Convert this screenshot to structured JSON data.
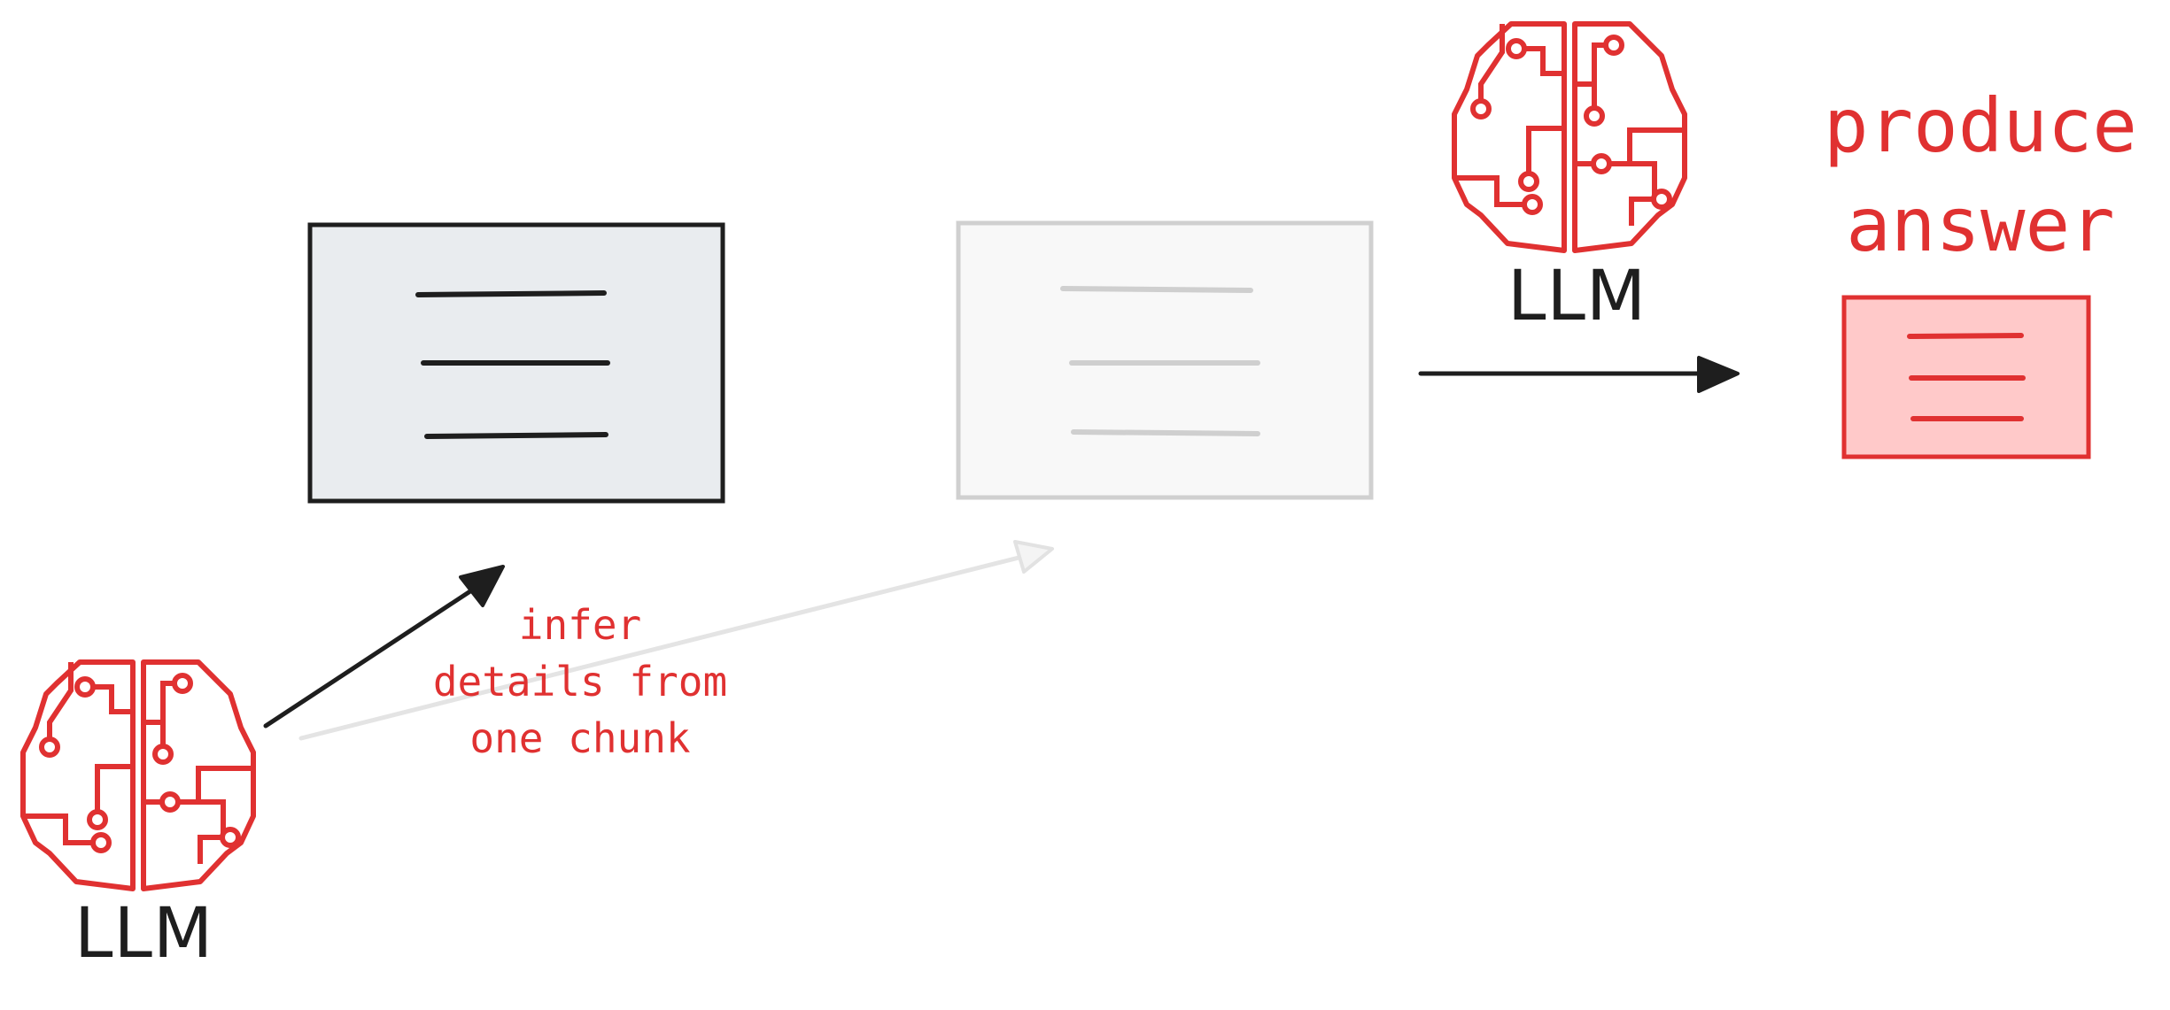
{
  "labels": {
    "llm_left": "LLM",
    "llm_right": "LLM",
    "infer_line1": "infer",
    "infer_line2": "details from",
    "infer_line3": "one chunk",
    "produce_line1": "produce",
    "produce_line2": "answer"
  },
  "icons": {
    "brain_left": "brain-circuit-icon",
    "brain_right": "brain-circuit-icon"
  },
  "colors": {
    "accent_red": "#e03131",
    "answer_fill": "#ffc9c9",
    "dark_stroke": "#1e1e1e",
    "chunk_active_fill": "#e9ecef",
    "chunk_faded_stroke": "#d0d0d0",
    "chunk_faded_fill": "#f8f8f8",
    "faded_arrow": "#e4e4e4"
  }
}
